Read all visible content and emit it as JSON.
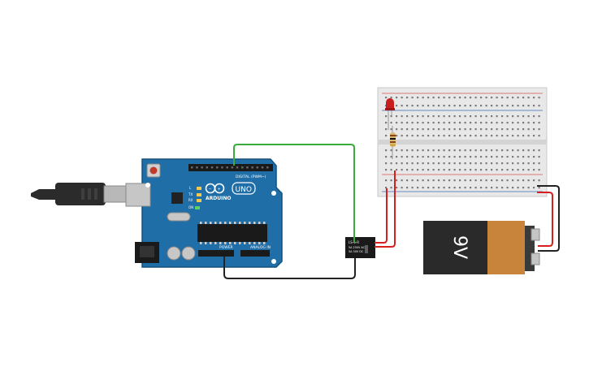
{
  "colors": {
    "background": "#ffffff",
    "arduino_board": "#1f6ea8",
    "arduino_edge": "#15507d",
    "breadboard": "#e8e8e8",
    "breadboard_rail_red": "#d9534f",
    "breadboard_rail_blue": "#3a6fb8",
    "wire_green": "#3aaa3a",
    "wire_red": "#d62020",
    "wire_black": "#222222",
    "battery_body": "#2a2a2a",
    "battery_label": "#c7843a",
    "led": "#c81e1e",
    "resistor": "#d9b777",
    "relay": "#1a1a1a",
    "usb_plug": "#2b2b2b",
    "usb_connector": "#b8b8b8"
  },
  "arduino": {
    "brand": "ARDUINO",
    "model": "UNO",
    "digital_label": "DIGITAL (PWM~)",
    "power_label": "POWER",
    "analog_label": "ANALOG IN",
    "tx_label": "TX",
    "rx_label": "RX",
    "l_label": "L",
    "on_label": "ON"
  },
  "relay": {
    "line1": "LS-5-R",
    "line2": "5A 250V AC",
    "line3": "5A 30V DC"
  },
  "battery": {
    "label": "9V"
  }
}
